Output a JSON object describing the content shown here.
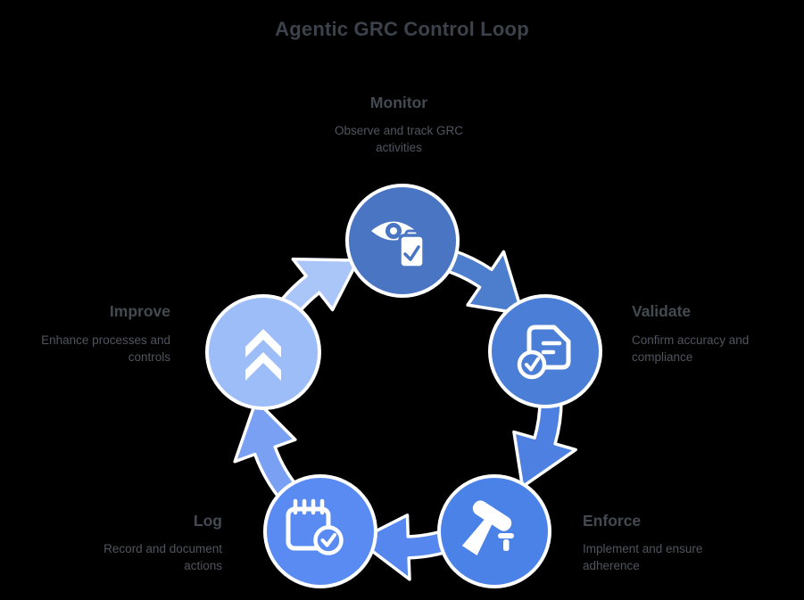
{
  "title": "Agentic GRC Control Loop",
  "nodes": [
    {
      "id": "monitor",
      "label": "Monitor",
      "description": "Observe and track GRC activities",
      "color": "#4a75c3",
      "icon": "eye-clipboard-icon"
    },
    {
      "id": "validate",
      "label": "Validate",
      "description": "Confirm accuracy and compliance",
      "color": "#4b7ed6",
      "icon": "document-check-icon"
    },
    {
      "id": "enforce",
      "label": "Enforce",
      "description": "Implement and ensure adherence",
      "color": "#4a82e8",
      "icon": "hammer-nail-icon"
    },
    {
      "id": "log",
      "label": "Log",
      "description": "Record and document actions",
      "color": "#5a8bf2",
      "icon": "notepad-check-icon"
    },
    {
      "id": "improve",
      "label": "Improve",
      "description": "Enhance processes and controls",
      "color": "#9dbdf8",
      "icon": "double-chevron-up-icon"
    }
  ],
  "arrows": [
    {
      "from": "monitor",
      "to": "validate",
      "color": "#4d7ecd"
    },
    {
      "from": "validate",
      "to": "enforce",
      "color": "#4d80e0"
    },
    {
      "from": "enforce",
      "to": "log",
      "color": "#5587ef"
    },
    {
      "from": "log",
      "to": "improve",
      "color": "#7aa0f3"
    },
    {
      "from": "improve",
      "to": "monitor",
      "color": "#aac6f8"
    }
  ],
  "colors": {
    "background": "#000000",
    "title_text": "#3c424b",
    "label_text": "#434a52",
    "desc_text": "#4f555e",
    "icon": "#ffffff",
    "outline": "#ffffff"
  }
}
